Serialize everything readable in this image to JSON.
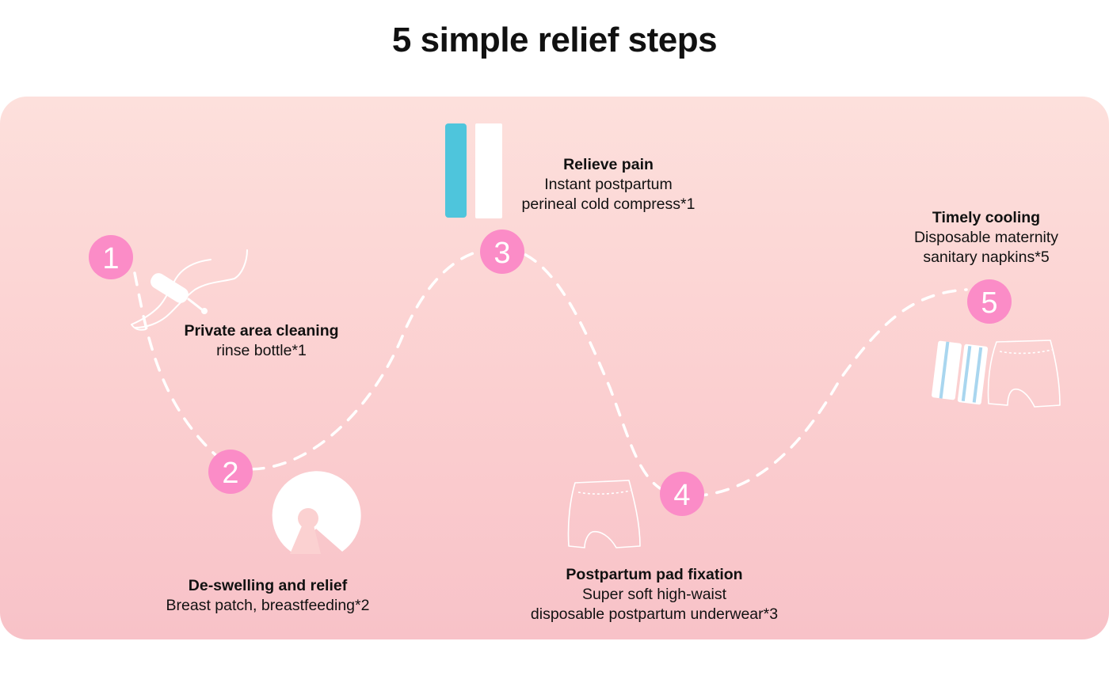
{
  "title": "5 simple relief steps",
  "steps": [
    {
      "number": "1",
      "heading": "Private area cleaning",
      "lines": [
        "rinse bottle*1"
      ],
      "icon": "rinse-bottle-icon"
    },
    {
      "number": "2",
      "heading": "De-swelling and relief",
      "lines": [
        "Breast patch, breastfeeding*2"
      ],
      "icon": "breast-patch-icon"
    },
    {
      "number": "3",
      "heading": "Relieve pain",
      "lines": [
        "Instant postpartum",
        "perineal cold compress*1"
      ],
      "icon": "cold-compress-icon"
    },
    {
      "number": "4",
      "heading": "Postpartum pad fixation",
      "lines": [
        "Super soft high-waist",
        "disposable postpartum underwear*3"
      ],
      "icon": "underwear-icon"
    },
    {
      "number": "5",
      "heading": "Timely cooling",
      "lines": [
        "Disposable maternity",
        "sanitary napkins*5"
      ],
      "icon": "sanitary-napkin-icon"
    }
  ],
  "colors": {
    "badge": "#fb8cc7",
    "panel_top": "#fde0dc",
    "panel_bottom": "#f8c2c8",
    "compress_blue": "#4ec5dc",
    "napkin_stripe": "#a9d6ef"
  }
}
